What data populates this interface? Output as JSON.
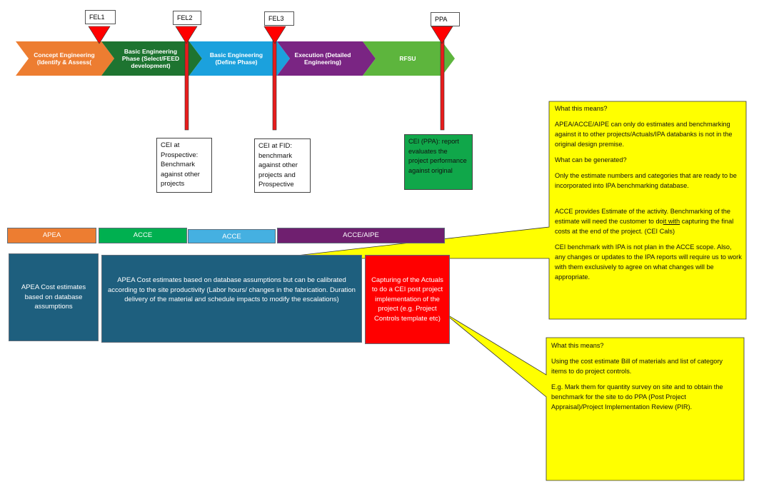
{
  "colors": {
    "orange": "#ed7d31",
    "dark_green": "#1e7430",
    "light_blue": "#1ba1dd",
    "purple": "#7a2583",
    "bright_green": "#5db53d",
    "gate_red": "#ff0000",
    "teal": "#1e5f7e",
    "red_box": "#ff0000",
    "yellow": "#ffff00",
    "green_box": "#10a74a",
    "acce_green": "#00b050",
    "acce_blue": "#45b0e1",
    "acce_purple": "#6f1f6f"
  },
  "phases": [
    {
      "label": "Concept Engineering (Identify & Assess(",
      "color": "#ed7d31"
    },
    {
      "label": "Basic Engineering Phase (Select/FEED development)",
      "color": "#1e7430"
    },
    {
      "label": "Basic Engineering (Define Phase)",
      "color": "#1ba1dd"
    },
    {
      "label": "Execution (Detailed Engineering)",
      "color": "#7a2583"
    },
    {
      "label": "RFSU",
      "color": "#5db53d"
    }
  ],
  "gates": [
    "FEL1",
    "FEL2",
    "FEL3",
    "PPA"
  ],
  "gate_notes": {
    "fel2": "CEI at Prospective: Benchmark against other projects",
    "fel3": "CEI at FID: benchmark against other projects and Prospective",
    "ppa": "CEI (PPA): report evaluates the project performance against original"
  },
  "bars": [
    {
      "label": "APEA",
      "color": "#ed7d31"
    },
    {
      "label": "ACCE",
      "color": "#00b050"
    },
    {
      "label": "ACCE",
      "color": "#45b0e1"
    },
    {
      "label": "ACCE/AIPE",
      "color": "#6f1f6f"
    }
  ],
  "boxes": {
    "apea": "APEA Cost estimates based on database assumptions",
    "acce": "APEA Cost estimates based on database assumptions but can be calibrated according to the site productivity (Labor hours/ changes in the fabrication. Duration delivery of the material and schedule impacts to modify the escalations)",
    "red": "Capturing of the Actuals to do a CEI post project implementation of the project (e.g. Project Controls template etc)"
  },
  "callout1": {
    "p1": "What this means?",
    "p2": "APEA/ACCE/AIPE can only do estimates and benchmarking against it to other projects/Actuals/IPA databanks is not in the original design premise.",
    "p3": "What can be generated?",
    "p4": "Only the estimate numbers and categories that are ready to be incorporated into IPA benchmarking database.",
    "p5a": "ACCE provides Estimate of the activity. Benchmarking of the estimate will need the customer to do",
    "p5b": "it  with",
    "p5c": "capturing the final costs at the end of the project. (CEI Cals)",
    "p6": "CEI benchmark with IPA is not plan in the ACCE scope. Also, any changes or updates to the IPA reports will require us to work with them exclusively to agree on what changes will be appropriate."
  },
  "callout2": {
    "p1": "What this means?",
    "p2": "Using the cost estimate Bill of materials and list of category items to do project controls.",
    "p3": "E.g. Mark them for quantity survey on site and to obtain the benchmark for the site to do PPA (Post Project Appraisal)/Project Implementation Review (PIR)."
  }
}
